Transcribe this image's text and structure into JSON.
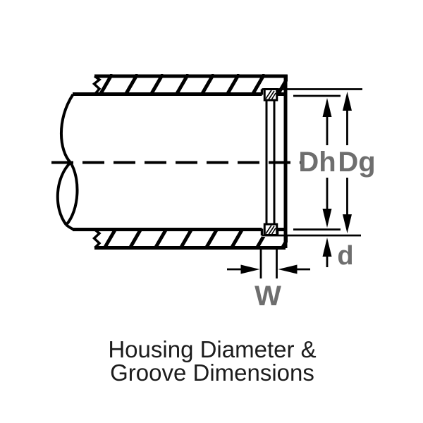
{
  "diagram": {
    "labels": {
      "housing_bore_diameter": "Dh",
      "groove_diameter": "Dg",
      "groove_depth": "d",
      "groove_width": "W"
    },
    "caption": {
      "line1": "Housing Diameter &",
      "line2": "Groove Dimensions"
    },
    "colors": {
      "line": "#000000",
      "dim_label": "#6e6e6e",
      "caption": "#1c1c1c",
      "background": "#ffffff"
    }
  }
}
